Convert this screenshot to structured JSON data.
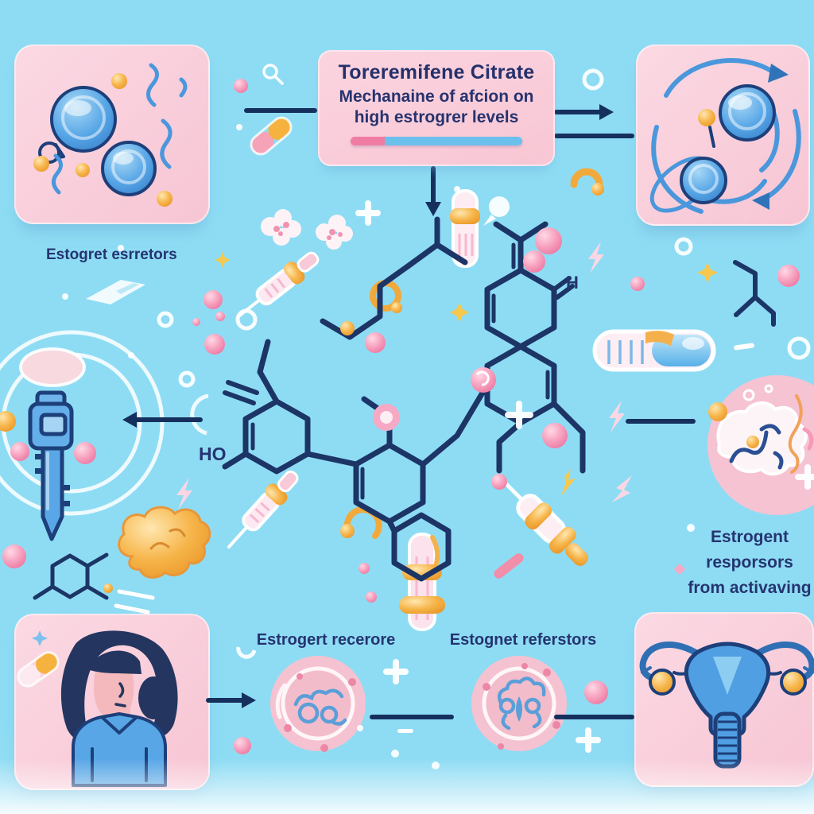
{
  "diagram": {
    "title_card": {
      "line1": "Toreremifene Citrate",
      "line2": "Mechanaine of afcion on",
      "line3": "high estrogrer levels"
    },
    "captions": {
      "top_left": "Estogret esrretors",
      "receptor_circle_1": "Estrogert recerore",
      "receptor_circle_2": "Estognet referstors",
      "right_line1": "Estrogent",
      "right_line2": "resporsors",
      "right_line3": "from activaving"
    },
    "molecule": {
      "label_ho": "HO",
      "label_h": "H"
    },
    "icons": [
      "estrogen-cells-icon",
      "cell-swirl-icon",
      "patient-woman-icon",
      "uterus-icon",
      "receptor-key-icon",
      "molecule-structure",
      "syringe-icon",
      "thermometer-vial-icon",
      "pill-capsule-icon",
      "blocked-receptor-icon"
    ],
    "colors": {
      "background_blue": "#8edcf4",
      "panel_pink": "#f8c9d7",
      "navy": "#21356b",
      "cell_blue": "#4e9fe0",
      "gold": "#f2a93b",
      "ball_pink": "#f491b0",
      "bar_pink": "#f07ca3",
      "bar_blue": "#6cc0ec"
    }
  }
}
